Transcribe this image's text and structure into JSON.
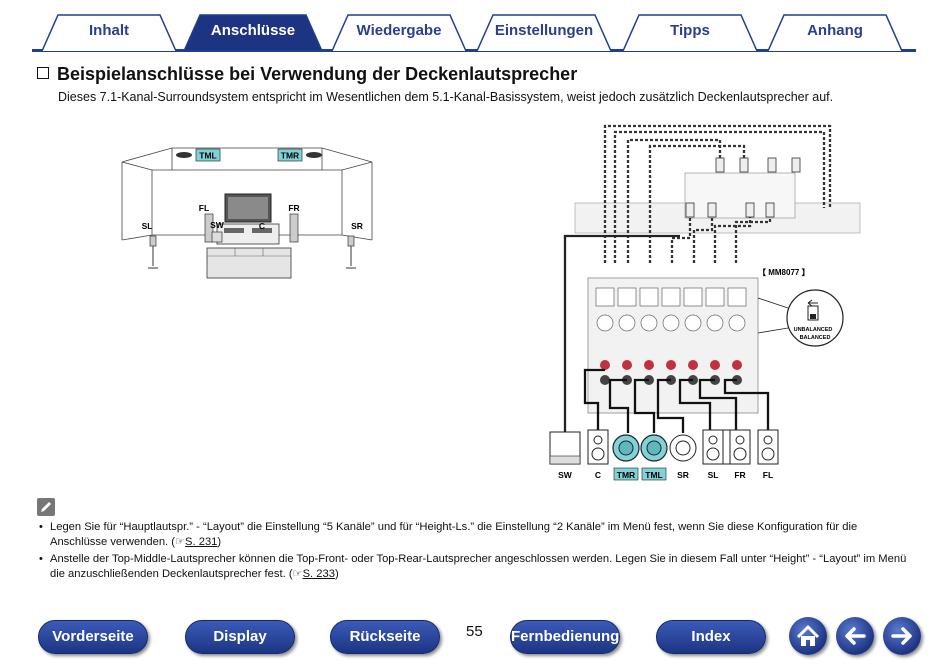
{
  "tabs": [
    {
      "label": "Inhalt",
      "active": false
    },
    {
      "label": "Anschlüsse",
      "active": true
    },
    {
      "label": "Wiedergabe",
      "active": false
    },
    {
      "label": "Einstellungen",
      "active": false
    },
    {
      "label": "Tipps",
      "active": false
    },
    {
      "label": "Anhang",
      "active": false
    }
  ],
  "section": {
    "title": "Beispielanschlüsse bei Verwendung der Deckenlautsprecher",
    "intro": "Dieses 7.1-Kanal-Surroundsystem entspricht im Wesentlichen dem 5.1-Kanal-Basissystem, weist jedoch zusätzlich Deckenlautsprecher auf."
  },
  "room": {
    "tml": "TML",
    "tmr": "TMR",
    "fl": "FL",
    "fr": "FR",
    "sl": "SL",
    "sr": "SR",
    "sw": "SW",
    "c": "C"
  },
  "wiring": {
    "amp_model": "【 MM8077 】",
    "switch_unbalanced": "UNBALANCED",
    "switch_balanced": "BALANCED",
    "speaker_labels": [
      "SW",
      "C",
      "TMR",
      "TML",
      "SR",
      "SL",
      "FR",
      "FL"
    ]
  },
  "notes": {
    "items": [
      {
        "text": "Legen Sie für “Hauptlautspr.” - “Layout” die Einstellung “5 Kanäle” und für “Height-Ls.” die Einstellung “2 Kanäle” im Menü fest, wenn Sie diese Konfiguration für die Anschlüsse verwenden.",
        "ref_prefix": "(☞",
        "ref": "S. 231",
        "ref_suffix": ")"
      },
      {
        "text": "Anstelle der Top-Middle-Lautsprecher können die Top-Front- oder Top-Rear-Lautsprecher angeschlossen werden. Legen Sie in diesem Fall unter “Height” - “Layout” im Menü die anzuschließenden Deckenlautsprecher fest.",
        "ref_prefix": "(☞",
        "ref": "S. 233",
        "ref_suffix": ")"
      }
    ]
  },
  "footer": {
    "page_number": "55",
    "buttons": {
      "front": "Vorderseite",
      "display": "Display",
      "back": "Rückseite",
      "remote": "Fernbedienung",
      "index": "Index"
    }
  },
  "colors": {
    "accent": "#1f3f8f",
    "tab_active": "#1d3483",
    "ceiling_label": "#7fd3d8",
    "cable": "#222222"
  }
}
